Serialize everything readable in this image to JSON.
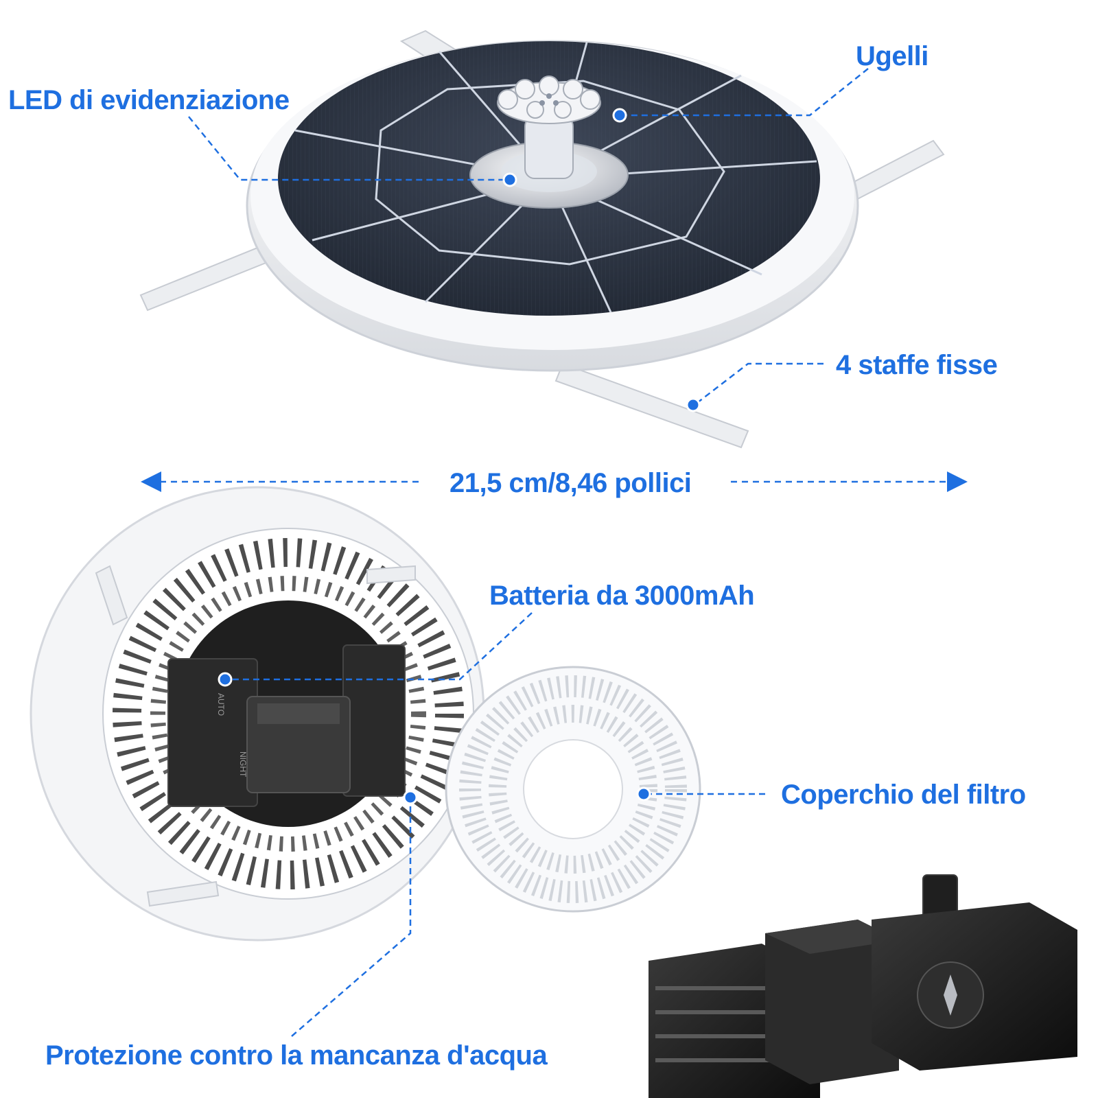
{
  "labels": {
    "led": "LED di evidenziazione",
    "nozzles": "Ugelli",
    "brackets": "4 staffe fisse",
    "dimension": "21,5 cm/8,46 pollici",
    "battery": "Batteria da 3000mAh",
    "filter_cover": "Coperchio del filtro",
    "dry_run": "Protezione contro la mancanza d'acqua"
  },
  "device_markings": {
    "auto": "AUTO",
    "night": "NIGHT"
  },
  "colors": {
    "accent": "#1e6fe0",
    "panel": "#2c3340",
    "housing": "#f2f3f5",
    "pump": "#1a1a1a"
  }
}
